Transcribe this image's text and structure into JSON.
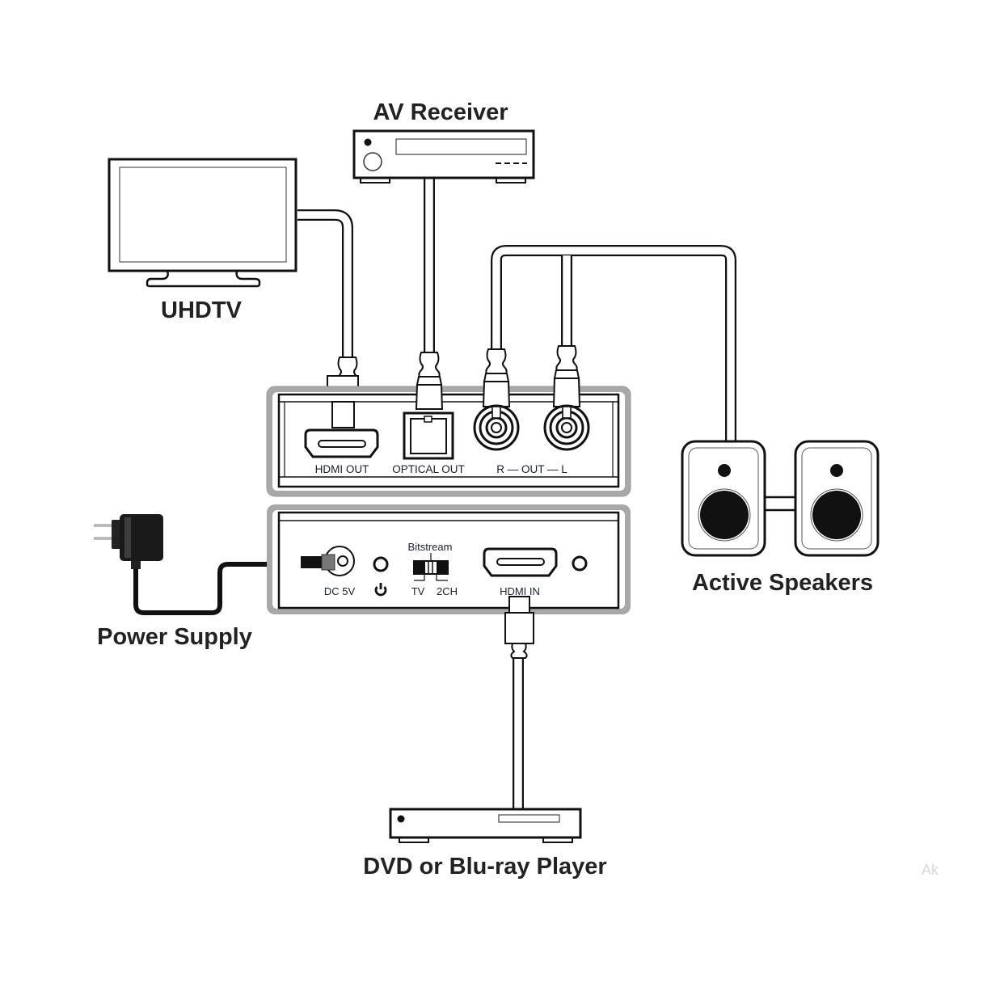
{
  "diagram": {
    "devices": {
      "av_receiver": "AV Receiver",
      "uhdtv": "UHDTV",
      "active_speakers": "Active Speakers",
      "power_supply": "Power Supply",
      "player": "DVD or Blu-ray Player"
    },
    "top_panel": {
      "ports": [
        "HDMI OUT",
        "OPTICAL OUT",
        "R — OUT — L"
      ]
    },
    "bottom_panel": {
      "dc_label": "DC 5V",
      "switch_title": "Bitstream",
      "switch_options": [
        "TV",
        "2CH"
      ],
      "hdmi_in_label": "HDMI IN"
    },
    "connections": [
      {
        "from": "HDMI OUT",
        "to": "UHDTV"
      },
      {
        "from": "OPTICAL OUT",
        "to": "AV Receiver"
      },
      {
        "from": "R — OUT — L",
        "to": "Active Speakers"
      },
      {
        "from": "Power Supply",
        "to": "DC 5V"
      },
      {
        "from": "DVD or Blu-ray Player",
        "to": "HDMI IN"
      }
    ],
    "watermark": "Ak"
  }
}
